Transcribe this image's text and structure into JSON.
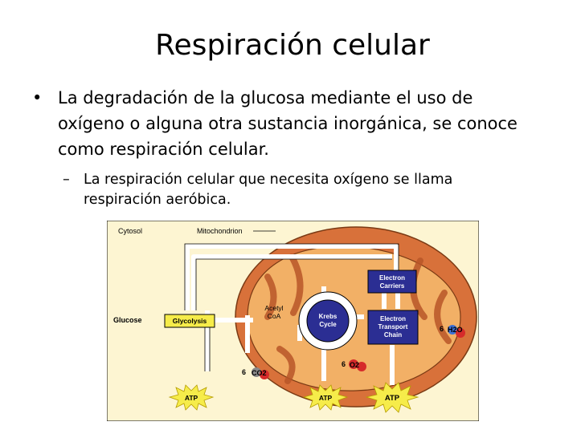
{
  "slide": {
    "title": "Respiración celular",
    "bullet1": "La degradación de la glucosa mediante el uso de oxígeno o alguna otra sustancia inorgánica, se conoce como respiración celular.",
    "bullet2": "La respiración celular que necesita oxígeno se llama respiración aeróbica."
  },
  "diagram": {
    "cytosol": "Cytosol",
    "mitochondrion": "Mitochondrion",
    "glucose": "Glucose",
    "glycolysis": "Glycolysis",
    "acetyl": "Acetyl",
    "coa": "CoA",
    "krebs1": "Krebs",
    "krebs2": "Cycle",
    "carriers1": "Electron",
    "carriers2": "Carriers",
    "etc1": "Electron",
    "etc2": "Transport",
    "etc3": "Chain",
    "co2_coef": "6",
    "co2_label": "CO2",
    "o2_coef": "6",
    "o2_label": "O2",
    "h2o_coef": "6",
    "h2o_label": "H2O",
    "atp": "ATP",
    "colors": {
      "mito": "#d8713a",
      "matrix": "#f2b066",
      "yellow": "#f6ec4a",
      "blue": "#2b2e93",
      "bg": "#fdf5d2"
    }
  }
}
